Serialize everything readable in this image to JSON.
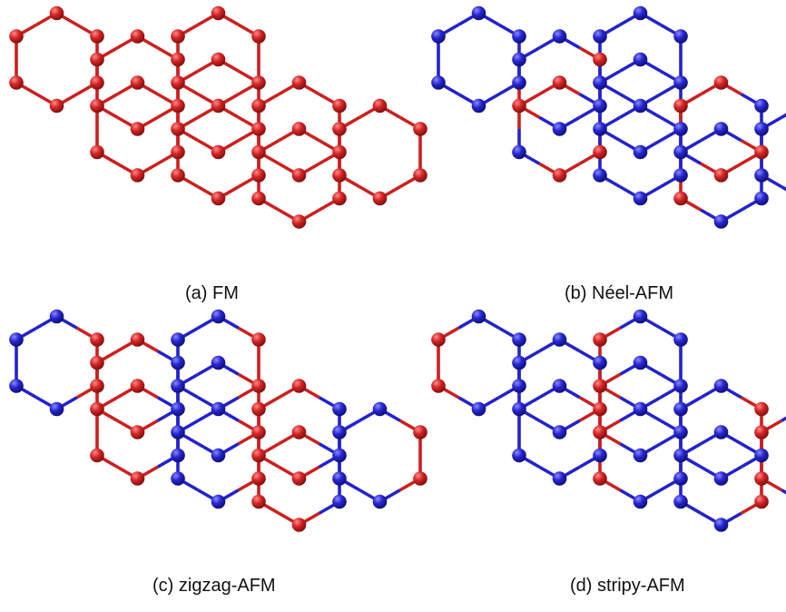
{
  "figure": {
    "panels": [
      {
        "caption": "(a) FM",
        "ordering": "ferromagnetic"
      },
      {
        "caption": "(b) Néel-AFM",
        "ordering": "neel"
      },
      {
        "caption": "(c) zigzag-AFM",
        "ordering": "zigzag"
      },
      {
        "caption": "(d) stripy-AFM",
        "ordering": "stripy"
      }
    ],
    "colors": {
      "spin_up": "#cc1f1f",
      "spin_down": "#2222cc"
    }
  }
}
